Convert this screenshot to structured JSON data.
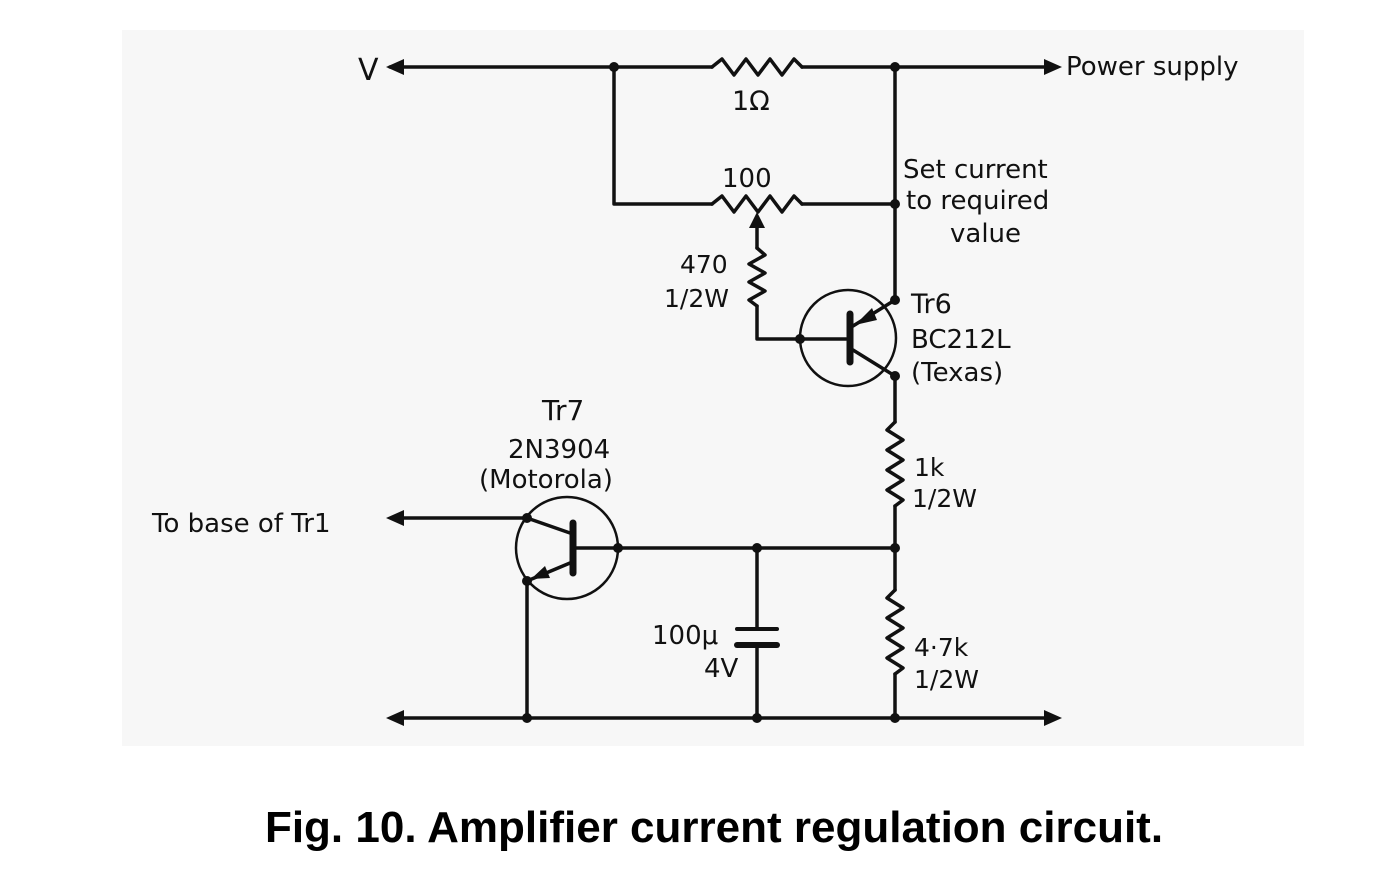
{
  "labels": {
    "v_terminal": "V",
    "power_supply": "Power supply",
    "r_1ohm": "1Ω",
    "pot_100": "100",
    "pot_note_1": "Set current",
    "pot_note_2": "to required",
    "pot_note_3": "value",
    "r470_value": "470",
    "r470_power": "1/2W",
    "tr6_name": "Tr6",
    "tr6_type": "BC212L",
    "tr6_maker": "(Texas)",
    "r1k_value": "1k",
    "r1k_power": "1/2W",
    "tr7_name": "Tr7",
    "tr7_type": "2N3904",
    "tr7_maker": "(Motorola)",
    "to_base": "To base of Tr1",
    "cap_value": "100μ",
    "cap_voltage": "4V",
    "r47k_value": "4·7k",
    "r47k_power": "1/2W"
  },
  "caption": "Fig. 10. Amplifier current regulation circuit."
}
